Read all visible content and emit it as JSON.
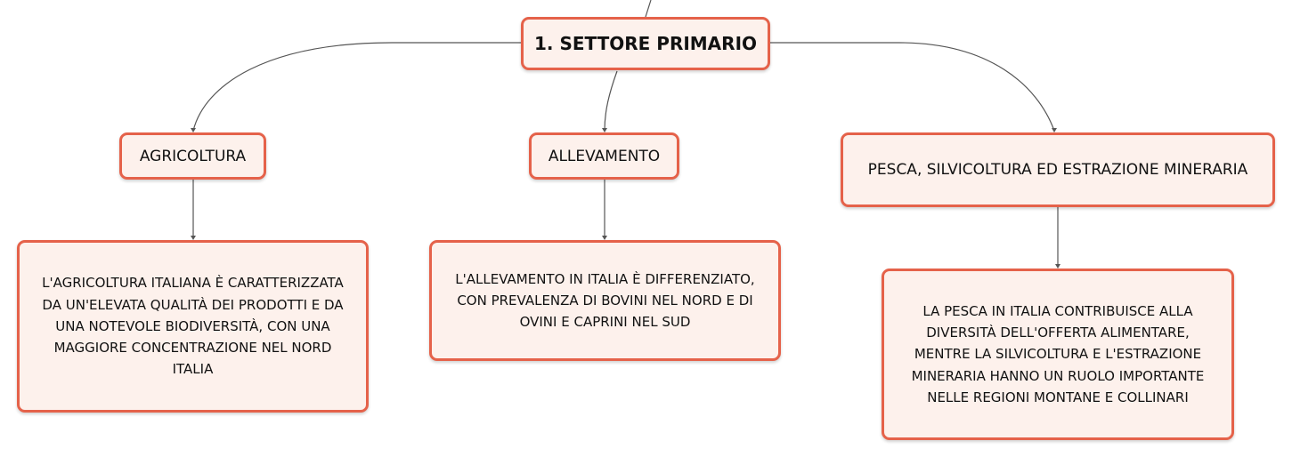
{
  "root": {
    "title": "1. SETTORE PRIMARIO"
  },
  "branches": [
    {
      "label": "AGRICOLTURA",
      "description": "L'AGRICOLTURA ITALIANA È CARATTERIZZATA DA UN'ELEVATA QUALITÀ DEI PRODOTTI E DA UNA NOTEVOLE BIODIVERSITÀ, CON UNA MAGGIORE CONCENTRAZIONE NEL NORD ITALIA",
      "description_lines": [
        "L'AGRICOLTURA ITALIANA È CARATTERIZZATA",
        "DA UN'ELEVATA QUALITÀ DEI PRODOTTI E DA",
        "UNA NOTEVOLE BIODIVERSITÀ, CON UNA",
        "MAGGIORE CONCENTRAZIONE NEL NORD",
        "ITALIA"
      ]
    },
    {
      "label": "ALLEVAMENTO",
      "description": "L'ALLEVAMENTO IN ITALIA È DIFFERENZIATO, CON PREVALENZA DI BOVINI NEL NORD E DI OVINI E CAPRINI NEL SUD",
      "description_lines": [
        "L'ALLEVAMENTO IN ITALIA È DIFFERENZIATO,",
        "CON PREVALENZA DI BOVINI NEL NORD E DI",
        "OVINI E CAPRINI NEL SUD"
      ]
    },
    {
      "label": "PESCA, SILVICOLTURA ED ESTRAZIONE MINERARIA",
      "description": "LA PESCA IN ITALIA CONTRIBUISCE ALLA DIVERSITÀ DELL'OFFERTA ALIMENTARE, MENTRE LA SILVICOLTURA E L'ESTRAZIONE MINERARIA HANNO UN RUOLO IMPORTANTE NELLE REGIONI MONTANE E COLLINARI",
      "description_lines": [
        "LA PESCA IN ITALIA CONTRIBUISCE ALLA",
        "DIVERSITÀ DELL'OFFERTA ALIMENTARE,",
        "MENTRE LA SILVICOLTURA E L'ESTRAZIONE",
        "MINERARIA HANNO UN RUOLO IMPORTANTE",
        "NELLE REGIONI MONTANE E COLLINARI"
      ]
    }
  ],
  "colors": {
    "node_border": "#e5624a",
    "node_fill": "#fdf1ec",
    "connector": "#555555"
  }
}
